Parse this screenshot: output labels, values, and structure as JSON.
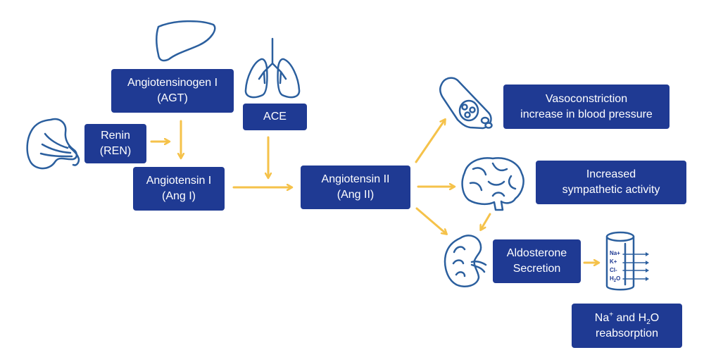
{
  "nodes": {
    "angiotensinogen": {
      "line1": "Angiotensinogen I",
      "line2": "(AGT)"
    },
    "renin": {
      "line1": "Renin",
      "line2": "(REN)"
    },
    "ace": {
      "line1": "ACE"
    },
    "angiotensin1": {
      "line1": "Angiotensin I",
      "line2": "(Ang I)"
    },
    "angiotensin2": {
      "line1": "Angiotensin II",
      "line2": "(Ang II)"
    },
    "vasoconstriction": {
      "line1": "Vasoconstriction",
      "line2": "increase in blood pressure"
    },
    "sympathetic": {
      "line1": "Increased",
      "line2": "sympathetic activity"
    },
    "aldosterone": {
      "line1": "Aldosterone",
      "line2": "Secretion"
    },
    "reabsorption": {
      "l2_na": "Na",
      "l2_plus": "+",
      "l2_and": " and H",
      "l2_sub": "2",
      "l2_o": "O",
      "line2": "reabsorption"
    }
  },
  "tubule_labels": {
    "na": "Na+",
    "k": "K+",
    "cl": "Cl-",
    "h": "H",
    "h2": "2",
    "o": "O"
  },
  "icons": [
    "liver-icon",
    "lungs-icon",
    "pancreas-icon",
    "blood-vessel-icon",
    "brain-icon",
    "kidney-icon",
    "tubule-icon"
  ],
  "colors": {
    "box": "#1f3a93",
    "text": "#ffffff",
    "arrow": "#f5c24a",
    "icon_stroke": "#2b5f9e",
    "icon_fill": "#ffffff"
  }
}
